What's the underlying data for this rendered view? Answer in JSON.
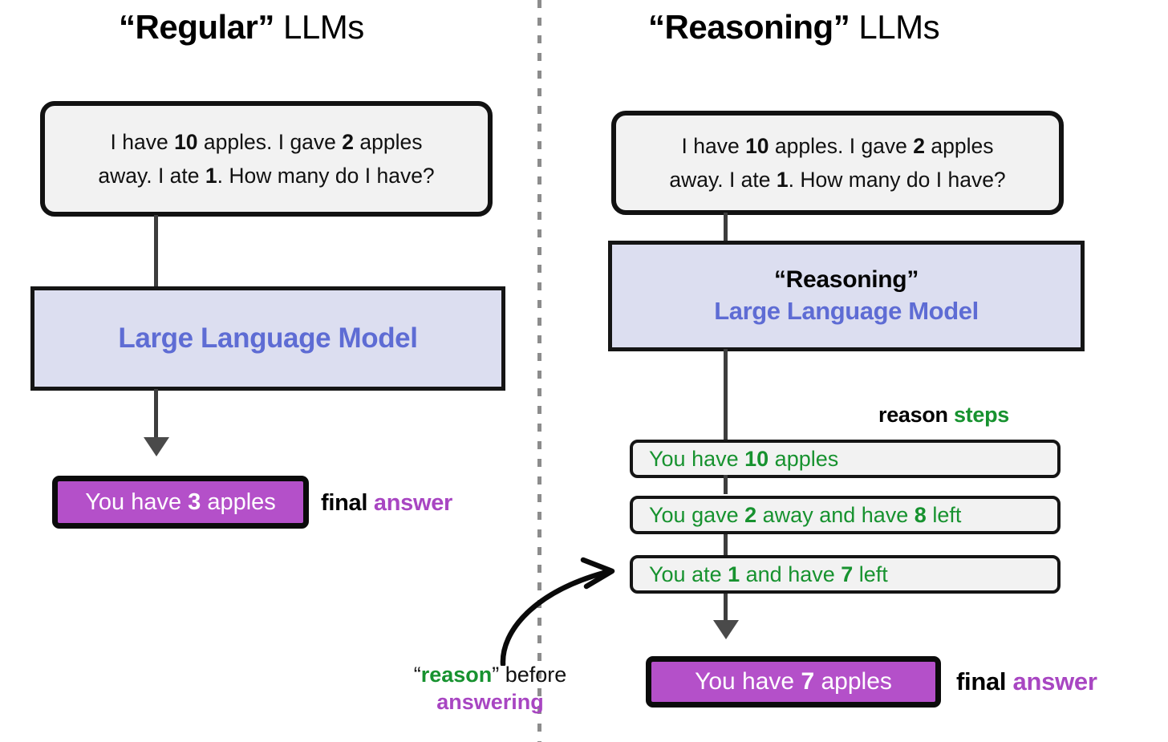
{
  "divider": {
    "style": "vertical-dashed",
    "color": "#8c8c8c"
  },
  "colors": {
    "purple_fill": "#b450c9",
    "purple_text": "#a846c2",
    "llm_fill": "#dcdef0",
    "llm_text": "#5e6cd4",
    "green": "#17922f",
    "box_border": "#141414",
    "box_fill": "#f2f2f2"
  },
  "left": {
    "title": {
      "quoted": "“Regular”",
      "rest": " LLMs"
    },
    "prompt": {
      "line1_a": "I have ",
      "line1_b": "10",
      "line1_c": " apples. I gave ",
      "line1_d": "2",
      "line1_e": " apples",
      "line2_a": "away. I ate ",
      "line2_b": "1",
      "line2_c": ". How many do I have?"
    },
    "llm_label": "Large Language Model",
    "answer": {
      "pre": "You have ",
      "num": "3",
      "post": " apples"
    },
    "answer_caption": {
      "black": "final ",
      "purple": "answer"
    }
  },
  "right": {
    "title": {
      "quoted": "“Reasoning”",
      "rest": " LLMs"
    },
    "prompt": {
      "line1_a": "I have ",
      "line1_b": "10",
      "line1_c": " apples. I gave ",
      "line1_d": "2",
      "line1_e": " apples",
      "line2_a": "away. I ate ",
      "line2_b": "1",
      "line2_c": ". How many do I have?"
    },
    "llm_kicker": "“Reasoning”",
    "llm_label": "Large Language Model",
    "steps_label": {
      "black": "reason ",
      "green": "steps"
    },
    "steps": [
      {
        "a": "You have ",
        "n1": "10",
        "b": " apples",
        "n2": "",
        "c": ""
      },
      {
        "a": "You gave ",
        "n1": "2",
        "b": " away and have ",
        "n2": "8",
        "c": " left"
      },
      {
        "a": "You ate ",
        "n1": "1",
        "b": " and have ",
        "n2": "7",
        "c": " left"
      }
    ],
    "answer": {
      "pre": "You have ",
      "num": "7",
      "post": " apples"
    },
    "answer_caption": {
      "black": "final ",
      "purple": "answer"
    }
  },
  "annotation": {
    "line1_open_quote": "“",
    "line1_green": "reason",
    "line1_close_quote": "”",
    "line1_black": " before",
    "line2_purple": "answering"
  }
}
